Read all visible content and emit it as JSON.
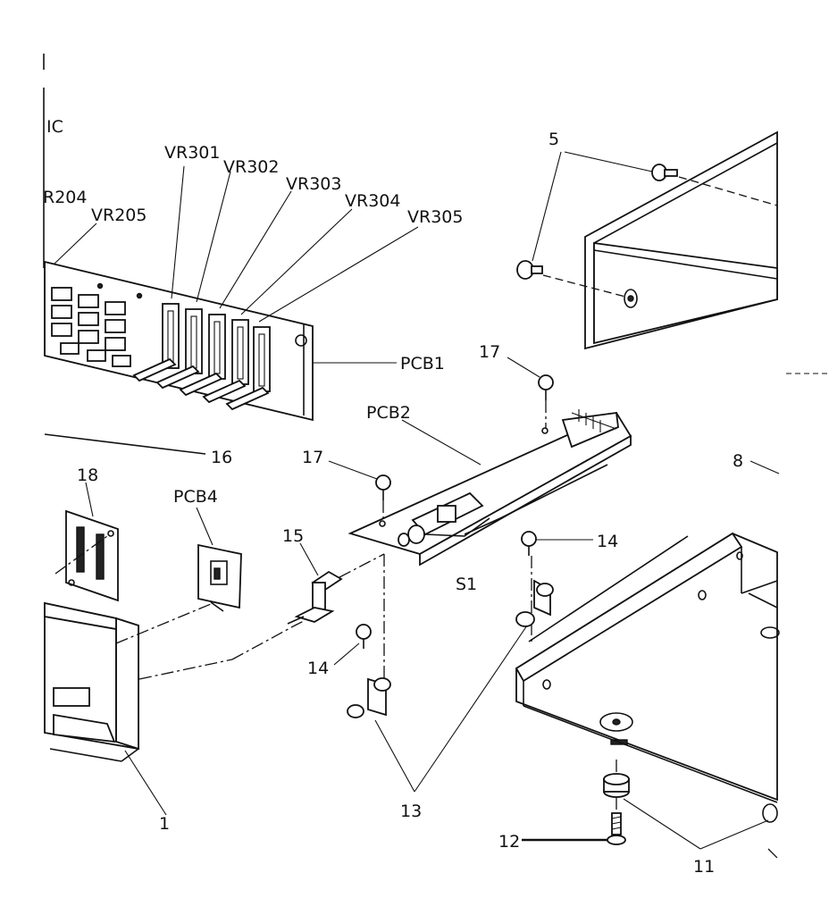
{
  "diagram": {
    "labels": {
      "ic": "IC",
      "r204": "R204",
      "vr205": "VR205",
      "vr301": "VR301",
      "vr302": "VR302",
      "vr303": "VR303",
      "vr304": "VR304",
      "vr305": "VR305",
      "pcb1": "PCB1",
      "pcb2": "PCB2",
      "pcb4": "PCB4",
      "s1": "S1",
      "p1": "1",
      "p5": "5",
      "p8": "8",
      "p11": "11",
      "p12": "12",
      "p13": "13",
      "p14a": "14",
      "p14b": "14",
      "p15": "15",
      "p16": "16",
      "p17a": "17",
      "p17b": "17",
      "p18": "18"
    }
  }
}
